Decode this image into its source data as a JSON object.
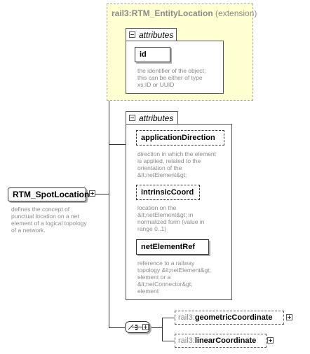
{
  "extension": {
    "name": "rail3:RTM_EntityLocation",
    "qualifier": "(extension)",
    "attributes_label": "attributes",
    "attributes": [
      {
        "name": "id",
        "description": "the identifier of the object;\nthis can be either of type\nxs:ID or UUID"
      }
    ]
  },
  "own_attributes": {
    "label": "attributes",
    "items": [
      {
        "name": "applicationDirection",
        "description": "direction in which the element\nis applied, related to the\norientation of the\n&lt;netElement&gt;"
      },
      {
        "name": "intrinsicCoord",
        "description": "location on the\n&lt;netElement&gt; in\nnormalized form (value in\nrange 0..1)"
      },
      {
        "name": "netElementRef",
        "description": "reference to a railway\ntopology &lt;netElement&gt;\nelement or a\n&lt;netConnector&gt;\nelement"
      }
    ]
  },
  "root": {
    "name": "RTM_SpotLocation",
    "description": "defines the concept of\npunctual location on a net\nelement of a logical topology\nof a network."
  },
  "children": [
    {
      "prefix": "rail3:",
      "name": "geometricCoordinate"
    },
    {
      "prefix": "rail3:",
      "name": "linearCoordinate"
    }
  ]
}
